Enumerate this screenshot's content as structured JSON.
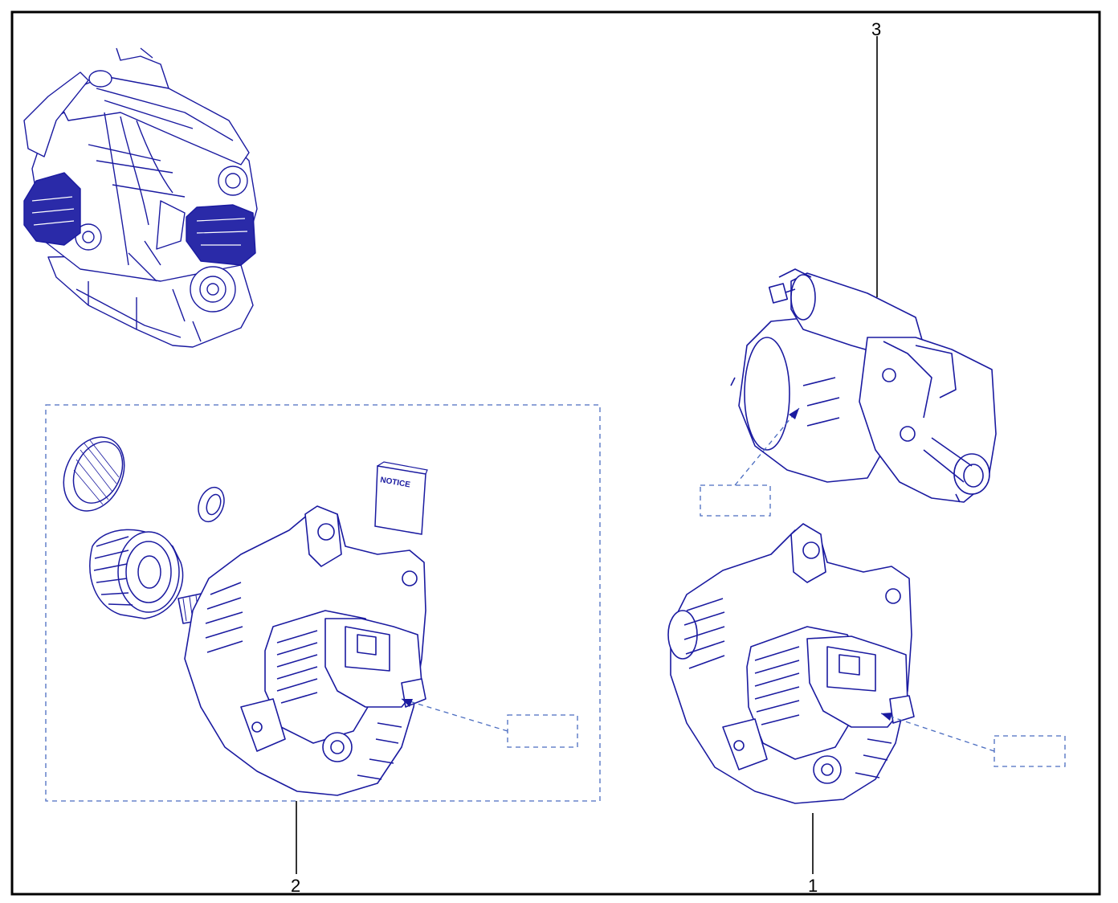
{
  "callouts": [
    {
      "id": "1",
      "label": "1"
    },
    {
      "id": "2",
      "label": "2"
    },
    {
      "id": "3",
      "label": "3"
    }
  ],
  "kit_items": {
    "notice_booklet_text": "NOTICE"
  },
  "colors": {
    "line": "#1a1aa0",
    "highlight_fill": "#2a2aa8",
    "frame": "#000000",
    "dashed": "#4a6cc0"
  }
}
